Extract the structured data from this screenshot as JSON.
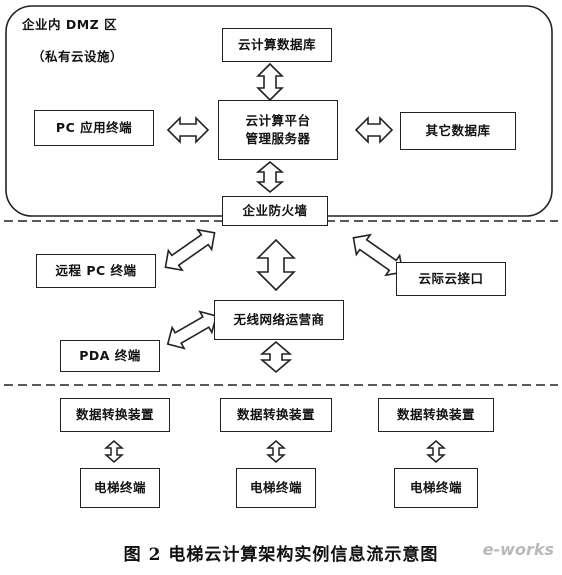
{
  "zones": {
    "dmz_title": "企业内 DMZ 区",
    "dmz_subtitle": "（私有云设施）"
  },
  "nodes": {
    "cloud_db": "云计算数据库",
    "cloud_mgmt_line1": "云计算平台",
    "cloud_mgmt_line2": "管理服务器",
    "pc_app": "PC 应用终端",
    "other_db": "其它数据库",
    "firewall": "企业防火墙",
    "remote_pc": "远程 PC 终端",
    "cloud_interface": "云际云接口",
    "wireless_op": "无线网络运营商",
    "pda": "PDA 终端",
    "converter": "数据转换装置",
    "elevator": "电梯终端"
  },
  "caption": "图 2  电梯云计算架构实例信息流示意图",
  "watermark": "e-works"
}
